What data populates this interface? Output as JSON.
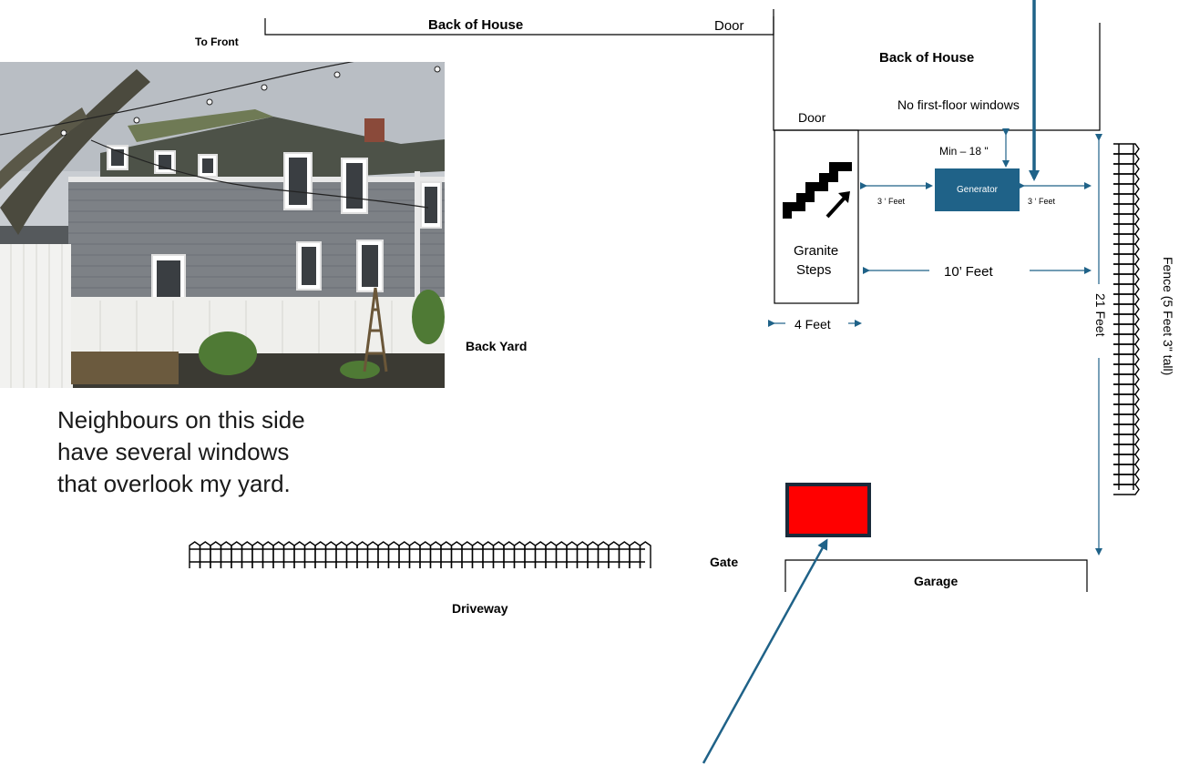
{
  "labels": {
    "to_front": "To Front",
    "back_of_house_left": "Back of House",
    "door_left": "Door",
    "back_of_house_right": "Back of House",
    "no_windows": "No first-floor windows",
    "door_right": "Door",
    "min_clearance": "Min – 18 \"",
    "generator": "Generator",
    "left_gap": "3 ‘ Feet",
    "right_gap": "3 ‘ Feet",
    "granite_line1": "Granite",
    "granite_line2": "Steps",
    "ten_feet": "10’ Feet",
    "four_feet": "4 Feet",
    "twenty_one_feet": "21 Feet",
    "fence_label": "Fence (5 Feet 3\" tall)",
    "back_yard": "Back Yard",
    "gate": "Gate",
    "garage": "Garage",
    "driveway": "Driveway"
  },
  "caption": {
    "line1": "Neighbours on this side",
    "line2": "have several windows",
    "line3": "that overlook my yard."
  },
  "colors": {
    "accent_blue": "#1f6288",
    "marker_red": "#ff0000",
    "marker_border": "#1a2a3a"
  }
}
